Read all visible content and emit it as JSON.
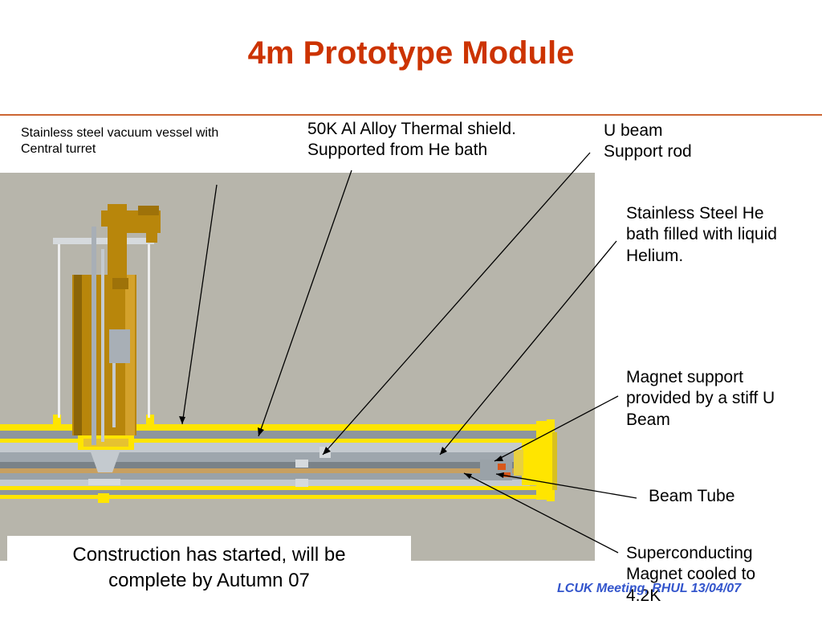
{
  "slide": {
    "title": "4m Prototype Module",
    "footer": "LCUK Meeting, RHUL 13/04/07",
    "caption": {
      "line1": "Construction has started, will be",
      "line2": "complete by Autumn 07"
    }
  },
  "labels": {
    "vessel": {
      "line1": "Stainless steel vacuum vessel with",
      "line2": "Central turret"
    },
    "shield": {
      "line1": "50K Al Alloy Thermal shield.",
      "line2": "Supported from He bath"
    },
    "ubeam": {
      "line1": "U beam",
      "line2": "Support rod"
    },
    "hebath": {
      "line1": "Stainless Steel He",
      "line2": "bath filled with liquid",
      "line3": "Helium."
    },
    "magsup": {
      "line1": "Magnet support",
      "line2": "provided by a stiff U",
      "line3": "Beam"
    },
    "btube": {
      "line1": "Beam Tube"
    },
    "sc": {
      "line1": "Superconducting",
      "line2": "Magnet cooled to",
      "line3": "4.2K"
    }
  },
  "colors": {
    "title": "#CC3300",
    "rule": "#CC6633",
    "background_panel": "#B7B5AB",
    "vessel_yellow": "#FFE500",
    "copper": "#B8860B",
    "steel": "#A8AFB6",
    "footer": "#3355CC"
  }
}
